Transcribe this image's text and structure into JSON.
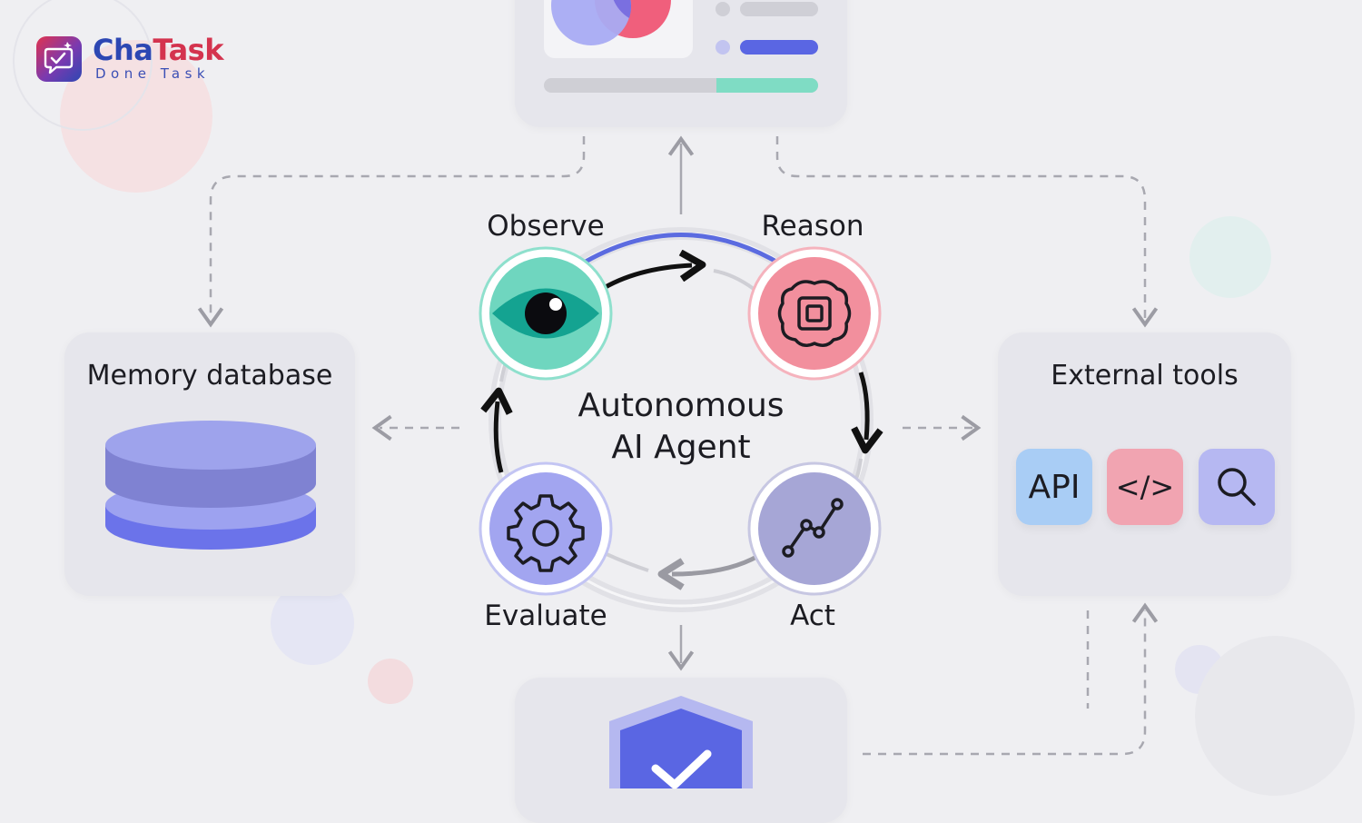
{
  "brand": {
    "name_part1": "Cha",
    "name_part2": "Task",
    "tagline": "Done Task",
    "color_part1": "#2d47b3",
    "color_part2": "#d4334e"
  },
  "center": {
    "line1": "Autonomous",
    "line2": "AI Agent"
  },
  "stages": {
    "observe": "Observe",
    "reason": "Reason",
    "act": "Act",
    "evaluate": "Evaluate"
  },
  "panels": {
    "memory": "Memory database",
    "tools": "External tools"
  },
  "tools": [
    {
      "label": "API",
      "icon": "api-icon",
      "color": "#a9cdf5"
    },
    {
      "label": "</>",
      "icon": "code-icon",
      "color": "#f1a4b1"
    },
    {
      "label": "",
      "icon": "search-icon",
      "color": "#b6b8f2"
    }
  ],
  "colors": {
    "observe": "#5fcfb8",
    "reason": "#f18f9c",
    "act": "#a6a6d8",
    "evaluate": "#9fa2ef",
    "accent": "#5b6be0"
  }
}
